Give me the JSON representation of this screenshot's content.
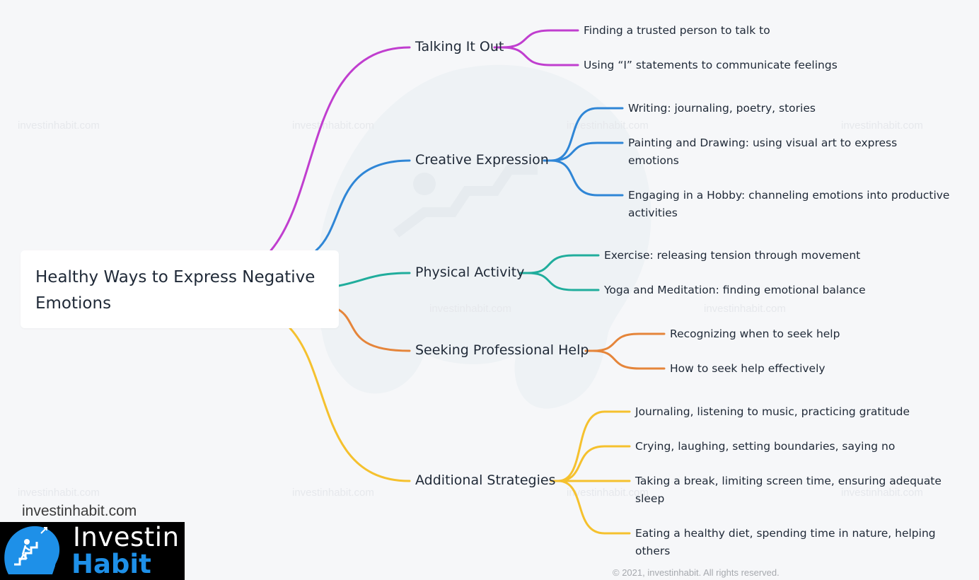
{
  "root": {
    "title": "Healthy Ways to Express Negative Emotions"
  },
  "watermark": "investinhabit.com",
  "branches": [
    {
      "label": "Talking It Out",
      "color": "#c03ecf",
      "children": [
        "Finding a trusted person to talk to",
        "Using “I” statements to communicate feelings"
      ]
    },
    {
      "label": "Creative Expression",
      "color": "#2f86d6",
      "children": [
        "Writing: journaling, poetry, stories",
        "Painting and Drawing: using visual art to express emotions",
        "Engaging in a Hobby: channeling emotions into productive activities"
      ]
    },
    {
      "label": "Physical Activity",
      "color": "#20ad9c",
      "children": [
        "Exercise: releasing tension through movement",
        "Yoga and Meditation: finding emotional balance"
      ]
    },
    {
      "label": "Seeking Professional Help",
      "color": "#e5853a",
      "children": [
        "Recognizing when to seek help",
        "How to seek help effectively"
      ]
    },
    {
      "label": "Additional Strategies",
      "color": "#f5c12e",
      "children": [
        "Journaling, listening to music, practicing gratitude",
        "Crying, laughing, setting boundaries, saying no",
        "Taking a break, limiting screen time, ensuring adequate sleep",
        "Eating a healthy diet, spending time in nature, helping others"
      ]
    }
  ],
  "brand": {
    "url": "investinhabit.com",
    "logo_line1": "Investin",
    "logo_line2": "Habit",
    "logo_icon": "head-stairs-icon"
  },
  "copyright": "© 2021, investinhabit. All rights reserved."
}
